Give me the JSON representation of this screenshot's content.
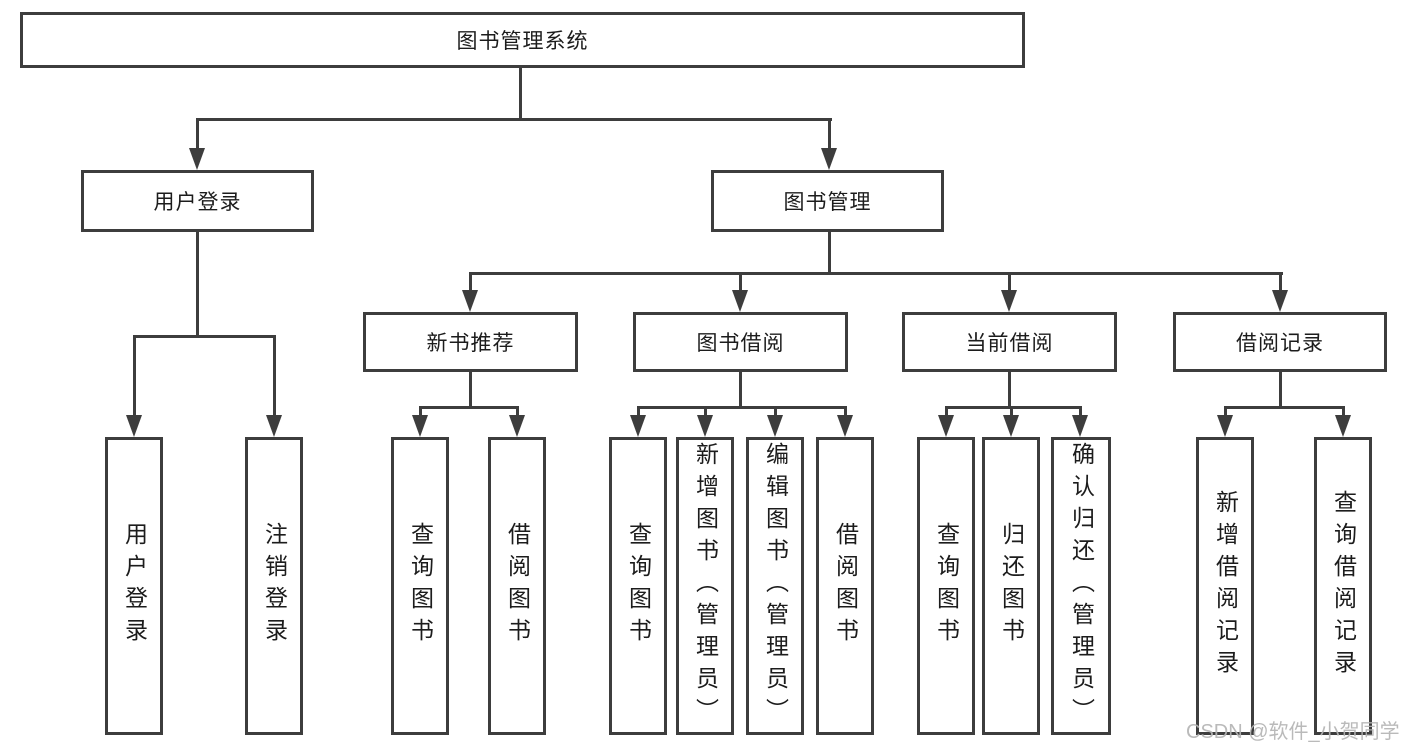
{
  "colors": {
    "line": "#3d3d3d",
    "text": "#1c1c1c",
    "background": "#ffffff",
    "watermark": "#b4b4b4"
  },
  "tree": {
    "root": "图书管理系统",
    "branches": [
      {
        "label": "用户登录",
        "leaves": [
          "用户登录",
          "注销登录"
        ]
      },
      {
        "label": "图书管理",
        "groups": [
          {
            "label": "新书推荐",
            "leaves": [
              "查询图书",
              "借阅图书"
            ]
          },
          {
            "label": "图书借阅",
            "leaves": [
              "查询图书",
              "新增图书（管理员）",
              "编辑图书（管理员）",
              "借阅图书"
            ]
          },
          {
            "label": "当前借阅",
            "leaves": [
              "查询图书",
              "归还图书",
              "确认归还（管理员）"
            ]
          },
          {
            "label": "借阅记录",
            "leaves": [
              "新增借阅记录",
              "查询借阅记录"
            ]
          }
        ]
      }
    ]
  },
  "watermark": {
    "text": "CSDN @软件_小贺同学"
  }
}
